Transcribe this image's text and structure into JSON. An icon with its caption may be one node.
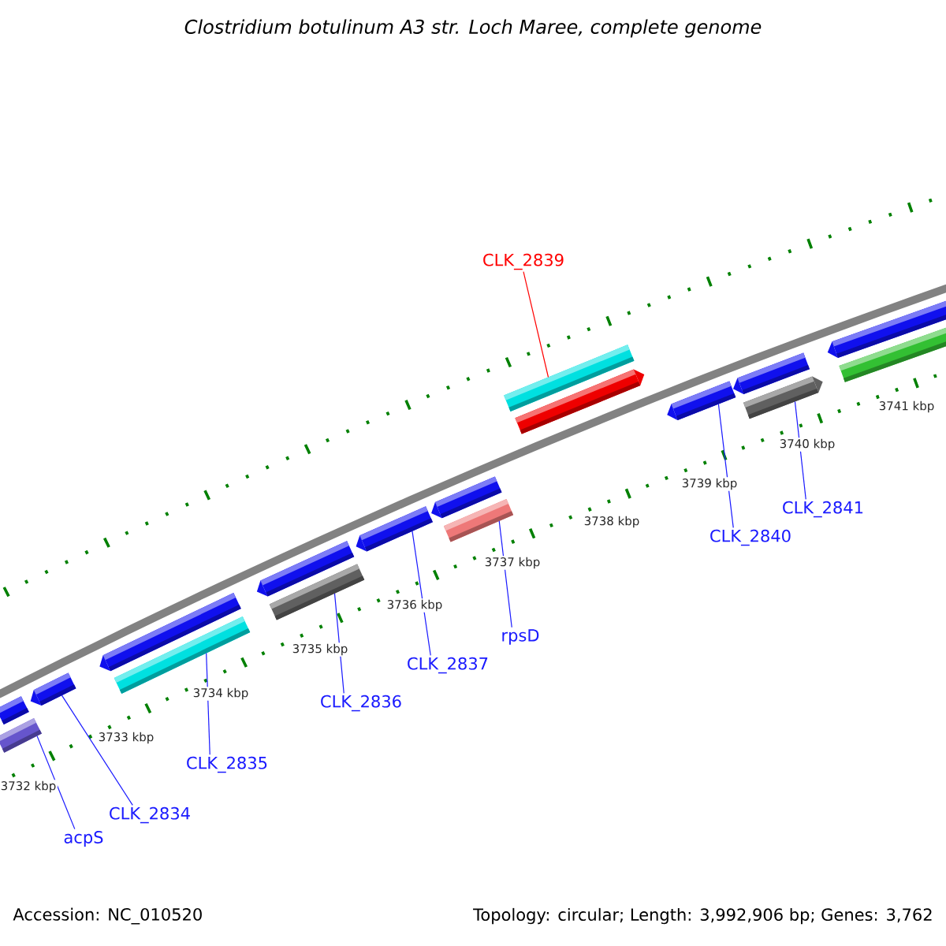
{
  "diagram": {
    "title": "Clostridium botulinum A3 str. Loch Maree, complete genome",
    "nodes": [
      {
        "text": [
          "CLK_2839"
        ]
      },
      {
        "text": [
          "CLK_2841"
        ]
      },
      {
        "text": [
          "CLK_2840"
        ]
      },
      {
        "text": [
          "rpsD"
        ]
      },
      {
        "text": [
          "CLK_2837"
        ]
      },
      {
        "text": [
          "CLK_2836"
        ]
      },
      {
        "text": [
          "CLK_2835"
        ]
      },
      {
        "text": [
          "CLK_2834"
        ]
      },
      {
        "text": [
          "acpS"
        ]
      },
      {
        "text": [],
        "shape": "bar"
      },
      {
        "text": [],
        "shape": "bar"
      },
      {
        "text": [],
        "shape": "bar"
      },
      {
        "text": [],
        "shape": "bar"
      },
      {
        "text": [],
        "shape": "bar"
      },
      {
        "text": [],
        "shape": "bar"
      },
      {
        "text": [],
        "shape": "bar"
      },
      {
        "text": [],
        "shape": "bar"
      },
      {
        "text": [],
        "shape": "bar"
      },
      {
        "text": [],
        "shape": "bar"
      },
      {
        "text": [],
        "shape": "bar"
      },
      {
        "text": [],
        "shape": "bar"
      },
      {
        "text": [],
        "shape": "bar"
      },
      {
        "text": [],
        "shape": "bar"
      },
      {
        "text": [],
        "shape": "bar"
      },
      {
        "text": [],
        "shape": "bar"
      },
      {
        "text": [],
        "shape": "bar"
      }
    ],
    "edges": [
      {
        "from": 0,
        "to": 19,
        "arrow": "none",
        "color": "#ff0000"
      },
      {
        "from": 1,
        "to": 23,
        "arrow": "none"
      },
      {
        "from": 2,
        "to": 21,
        "arrow": "none"
      },
      {
        "from": 3,
        "to": 18,
        "arrow": "none"
      },
      {
        "from": 4,
        "to": 16,
        "arrow": "none"
      },
      {
        "from": 5,
        "to": 15,
        "arrow": "none"
      },
      {
        "from": 6,
        "to": 13,
        "arrow": "none"
      },
      {
        "from": 7,
        "to": 11,
        "arrow": "none"
      },
      {
        "from": 8,
        "to": 10,
        "arrow": "none"
      }
    ],
    "labels": [
      "3732 kbp",
      "3733 kbp",
      "3734 kbp",
      "3735 kbp",
      "3736 kbp",
      "3737 kbp",
      "3738 kbp",
      "3739 kbp",
      "3740 kbp",
      "3741 kbp",
      "Accession: NC_010520",
      "Topology: circular; Length: 3,992,906 bp; Genes: 3,762"
    ]
  }
}
